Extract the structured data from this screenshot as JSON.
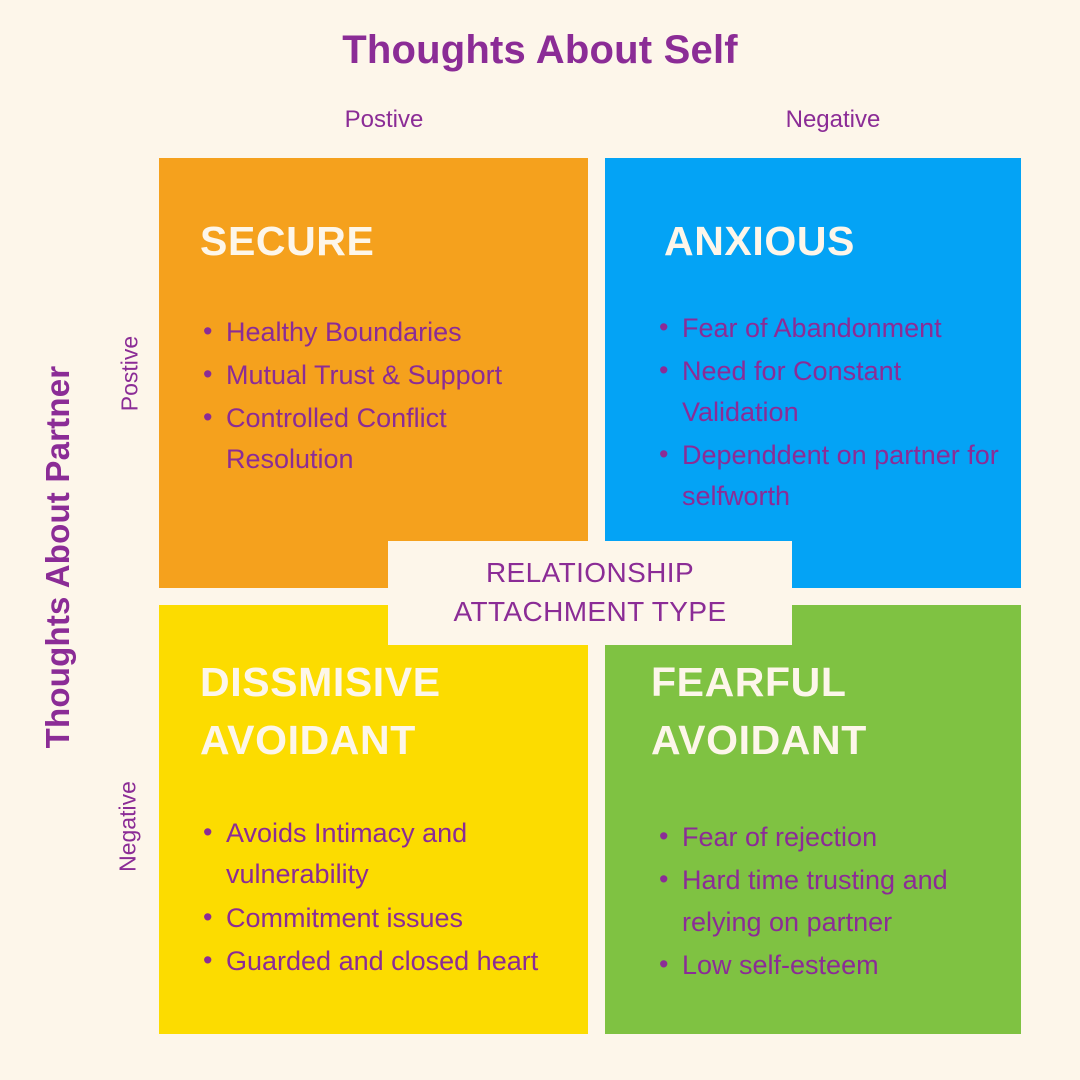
{
  "chart_data": {
    "type": "table",
    "title": "Thoughts About Self",
    "subtitle": "RELATIONSHIP ATTACHMENT TYPE",
    "xlabel": "Thoughts About Self",
    "ylabel": "Thoughts About Partner",
    "x_categories": [
      "Postive",
      "Negative"
    ],
    "y_categories": [
      "Postive",
      "Negative"
    ],
    "cells": [
      {
        "row": "Postive",
        "column": "Postive",
        "name": "SECURE",
        "color": "#F5A11D",
        "traits": [
          "Healthy Boundaries",
          "Mutual Trust & Support",
          "Controlled Conflict Resolution"
        ]
      },
      {
        "row": "Postive",
        "column": "Negative",
        "name": "ANXIOUS",
        "color": "#04A3F5",
        "traits": [
          "Fear of Abandonment",
          "Need for Constant Validation",
          "Dependdent on partner for selfworth"
        ]
      },
      {
        "row": "Negative",
        "column": "Postive",
        "name": "DISSMISIVE AVOIDANT",
        "color": "#FCDC00",
        "traits": [
          "Avoids Intimacy and vulnerability",
          "Commitment issues",
          "Guarded and closed heart"
        ]
      },
      {
        "row": "Negative",
        "column": "Negative",
        "name": "FEARFUL AVOIDANT",
        "color": "#7FC242",
        "traits": [
          "Fear of rejection",
          "Hard time trusting and relying on partner",
          "Low self-esteem"
        ]
      }
    ]
  },
  "header": {
    "title": "Thoughts About Self"
  },
  "axes": {
    "columns": {
      "positive": "Postive",
      "negative": "Negative"
    },
    "rows": {
      "title": "Thoughts About Partner",
      "positive": "Postive",
      "negative": "Negative"
    }
  },
  "center": {
    "line1": "RELATIONSHIP",
    "line2": "ATTACHMENT TYPE"
  },
  "quadrants": {
    "secure": {
      "heading": "SECURE",
      "traits": [
        "Healthy Boundaries",
        "Mutual Trust & Support",
        "Controlled Conflict Resolution"
      ]
    },
    "anxious": {
      "heading": "ANXIOUS",
      "traits": [
        "Fear of Abandonment",
        "Need for Constant Validation",
        "Dependdent on partner for selfworth"
      ]
    },
    "dismissive": {
      "heading": "DISSMISIVE AVOIDANT",
      "traits": [
        "Avoids Intimacy and vulnerability",
        "Commitment issues",
        "Guarded and closed heart"
      ]
    },
    "fearful": {
      "heading": "FEARFUL AVOIDANT",
      "traits": [
        "Fear of rejection",
        "Hard time trusting and relying on partner",
        "Low self-esteem"
      ]
    }
  },
  "colors": {
    "background": "#FDF6EA",
    "accent_purple": "#8B2C96",
    "secure_orange": "#F5A11D",
    "anxious_blue": "#04A3F5",
    "dismissive_yellow": "#FCDC00",
    "fearful_green": "#7FC242",
    "heading_cream": "#FDF6EA"
  }
}
